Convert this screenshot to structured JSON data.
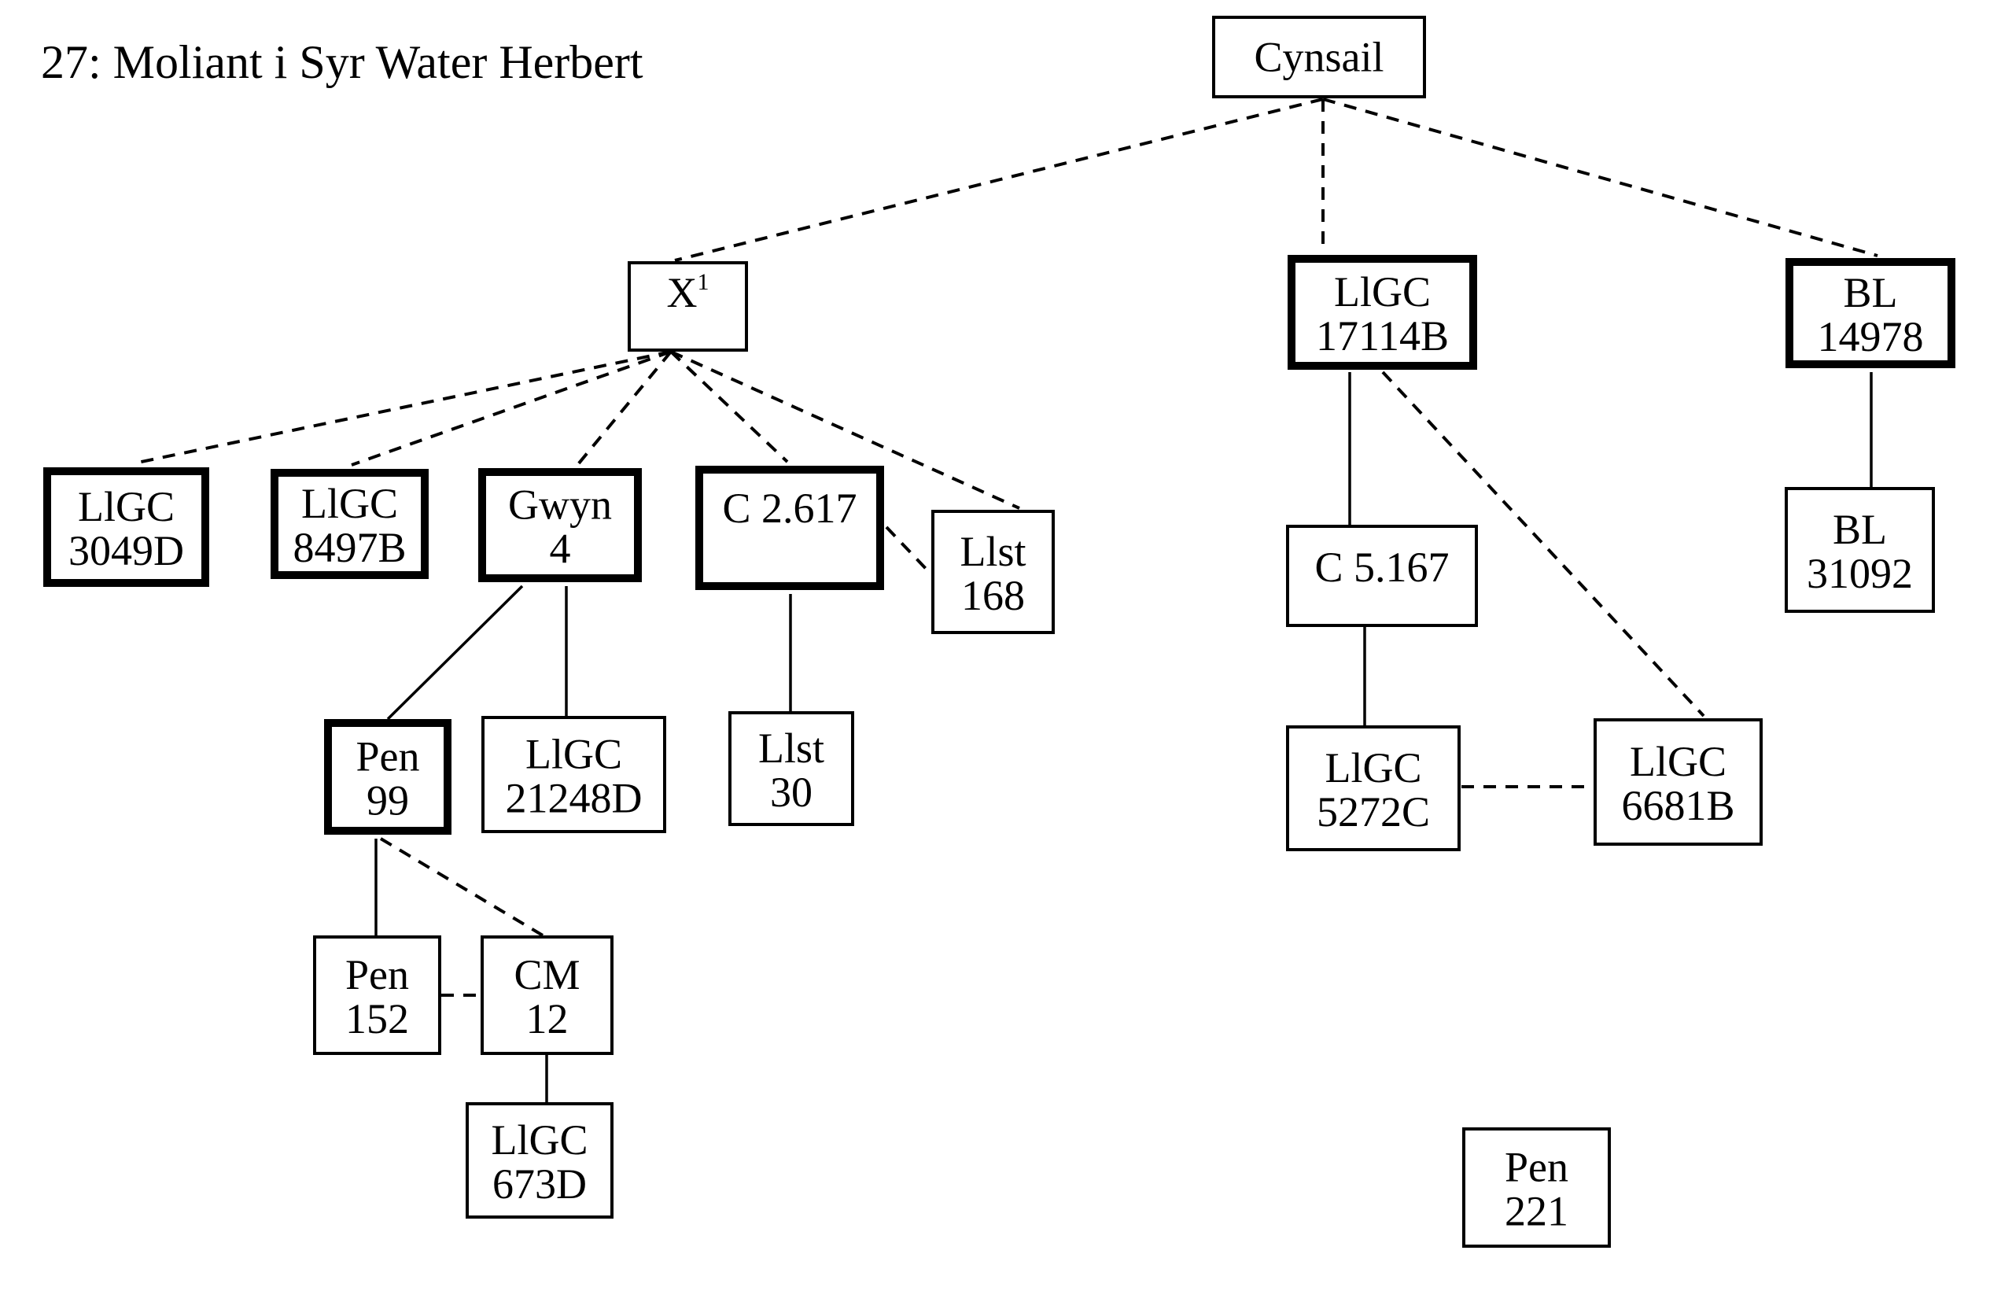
{
  "title": "27: Moliant i Syr Water Herbert",
  "diagram": {
    "type": "stemma",
    "nodes": [
      {
        "id": "cynsail",
        "lines": [
          "Cynsail"
        ],
        "emphasis": "thin"
      },
      {
        "id": "x1",
        "lines": [
          "X"
        ],
        "superscript": "1",
        "emphasis": "thin"
      },
      {
        "id": "llgc-17114b",
        "lines": [
          "LlGC",
          "17114B"
        ],
        "emphasis": "thick"
      },
      {
        "id": "bl-14978",
        "lines": [
          "BL",
          "14978"
        ],
        "emphasis": "thick"
      },
      {
        "id": "llgc-3049d",
        "lines": [
          "LlGC",
          "3049D"
        ],
        "emphasis": "thick"
      },
      {
        "id": "llgc-8497b",
        "lines": [
          "LlGC",
          "8497B"
        ],
        "emphasis": "thick"
      },
      {
        "id": "gwyn-4",
        "lines": [
          "Gwyn",
          "4"
        ],
        "emphasis": "thick"
      },
      {
        "id": "c-2-617",
        "lines": [
          "C  2.617"
        ],
        "emphasis": "thick"
      },
      {
        "id": "llst-168",
        "lines": [
          "Llst",
          "168"
        ],
        "emphasis": "thin"
      },
      {
        "id": "c-5-167",
        "lines": [
          "C 5.167"
        ],
        "emphasis": "thin"
      },
      {
        "id": "bl-31092",
        "lines": [
          "BL",
          "31092"
        ],
        "emphasis": "thin"
      },
      {
        "id": "pen-99",
        "lines": [
          "Pen",
          "99"
        ],
        "emphasis": "thick"
      },
      {
        "id": "llgc-21248d",
        "lines": [
          "LlGC",
          "21248D"
        ],
        "emphasis": "thin"
      },
      {
        "id": "llst-30",
        "lines": [
          "Llst",
          "30"
        ],
        "emphasis": "thin"
      },
      {
        "id": "llgc-5272c",
        "lines": [
          "LlGC",
          "5272C"
        ],
        "emphasis": "thin"
      },
      {
        "id": "llgc-6681b",
        "lines": [
          "LlGC",
          "6681B"
        ],
        "emphasis": "thin"
      },
      {
        "id": "pen-152",
        "lines": [
          "Pen",
          "152"
        ],
        "emphasis": "thin"
      },
      {
        "id": "cm-12",
        "lines": [
          "CM",
          "12"
        ],
        "emphasis": "thin"
      },
      {
        "id": "llgc-673d",
        "lines": [
          "LlGC",
          "673D"
        ],
        "emphasis": "thin"
      },
      {
        "id": "pen-221",
        "lines": [
          "Pen",
          "221"
        ],
        "emphasis": "thin"
      }
    ],
    "edges": [
      {
        "from": "cynsail",
        "to": "x1",
        "style": "dashed"
      },
      {
        "from": "cynsail",
        "to": "llgc-17114b",
        "style": "dashed"
      },
      {
        "from": "cynsail",
        "to": "bl-14978",
        "style": "dashed"
      },
      {
        "from": "x1",
        "to": "llgc-3049d",
        "style": "dashed"
      },
      {
        "from": "x1",
        "to": "llgc-8497b",
        "style": "dashed"
      },
      {
        "from": "x1",
        "to": "gwyn-4",
        "style": "dashed"
      },
      {
        "from": "x1",
        "to": "c-2-617",
        "style": "dashed"
      },
      {
        "from": "x1",
        "to": "llst-168",
        "style": "dashed"
      },
      {
        "from": "c-2-617",
        "to": "llst-168",
        "style": "dashed"
      },
      {
        "from": "gwyn-4",
        "to": "pen-99",
        "style": "solid"
      },
      {
        "from": "gwyn-4",
        "to": "llgc-21248d",
        "style": "solid"
      },
      {
        "from": "c-2-617",
        "to": "llst-30",
        "style": "solid"
      },
      {
        "from": "pen-99",
        "to": "pen-152",
        "style": "solid"
      },
      {
        "from": "pen-99",
        "to": "cm-12",
        "style": "dashed"
      },
      {
        "from": "pen-152",
        "to": "cm-12",
        "style": "dashed"
      },
      {
        "from": "cm-12",
        "to": "llgc-673d",
        "style": "solid"
      },
      {
        "from": "llgc-17114b",
        "to": "c-5-167",
        "style": "solid"
      },
      {
        "from": "llgc-17114b",
        "to": "llgc-6681b",
        "style": "dashed"
      },
      {
        "from": "c-5-167",
        "to": "llgc-5272c",
        "style": "solid"
      },
      {
        "from": "llgc-5272c",
        "to": "llgc-6681b",
        "style": "dashed"
      },
      {
        "from": "bl-14978",
        "to": "bl-31092",
        "style": "solid"
      }
    ]
  }
}
